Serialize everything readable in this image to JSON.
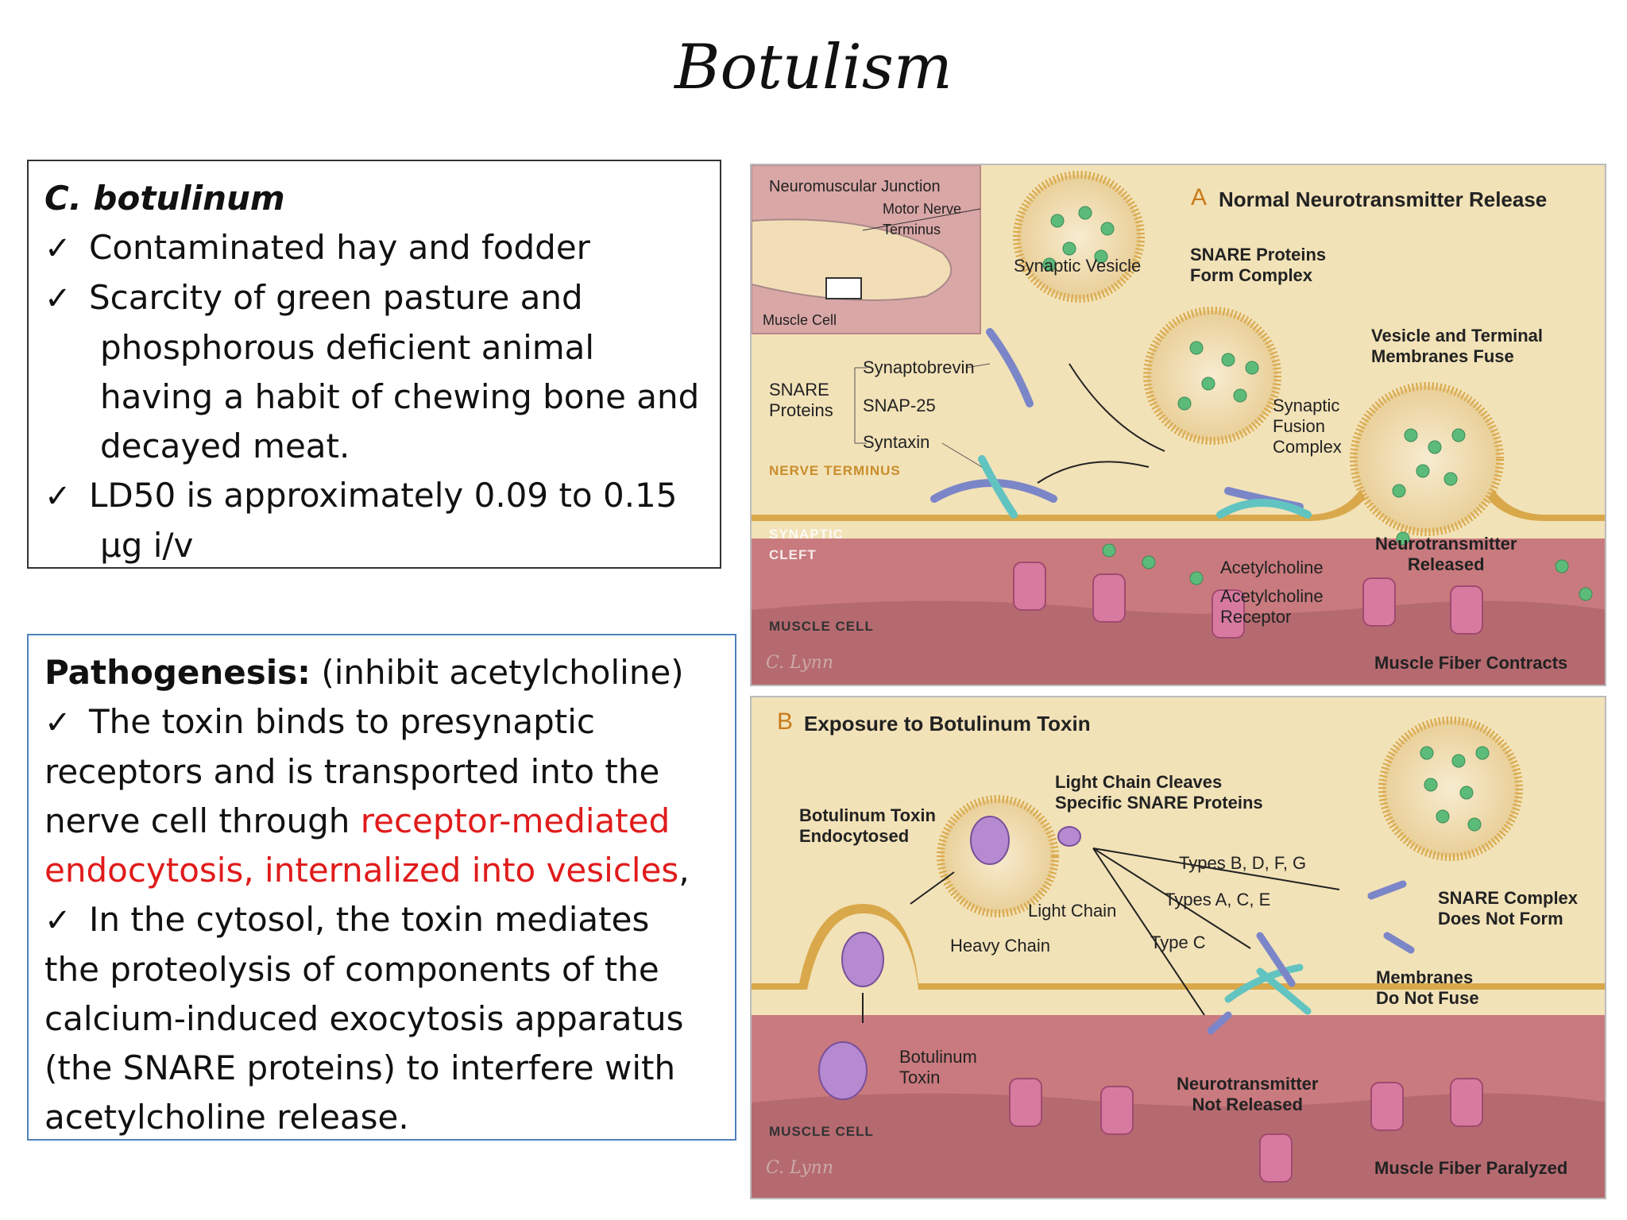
{
  "title": "Botulism",
  "box1": {
    "heading": "C. botulinum",
    "check_glyph": "✓",
    "items": [
      {
        "first": "Contaminated hay and fodder",
        "rest": []
      },
      {
        "first": "Scarcity of green pasture and",
        "rest": [
          "phosphorous deficient animal",
          "having a habit of chewing bone and",
          "decayed meat."
        ]
      },
      {
        "first": "LD50 is approximately 0.09 to 0.15",
        "rest": [
          "μg i/v"
        ]
      }
    ]
  },
  "box2": {
    "heading": "Pathogenesis:",
    "heading_note": " (inhibit acetylcholine)",
    "item1": {
      "line1": "The toxin binds to presynaptic",
      "line2": "receptors and is transported into the",
      "line3_plain": "nerve cell through ",
      "line3_red": "receptor-mediated",
      "line4_red": "endocytosis, internalized into vesicles",
      "line4_plain": ","
    },
    "item2": {
      "lines": [
        "In the cytosol, the toxin mediates",
        "the proteolysis of components of the",
        "calcium-induced exocytosis apparatus",
        "(the SNARE proteins) to interfere with",
        "acetylcholine release."
      ]
    }
  },
  "figure_a": {
    "letter": "A",
    "title": "Normal Neurotransmitter Release",
    "inset_title": "Neuromuscular Junction",
    "motor_nerve": "Motor Nerve\nTerminus",
    "muscle_cell_inset": "Muscle Cell",
    "synaptic_vesicle": "Synaptic Vesicle",
    "snare_form": "SNARE Proteins\nForm Complex",
    "vesicle_fuse": "Vesicle and Terminal\nMembranes Fuse",
    "snare_proteins": "SNARE\nProteins",
    "synaptobrevin": "Synaptobrevin",
    "snap25": "SNAP-25",
    "syntaxin": "Syntaxin",
    "nerve_terminus": "NERVE TERMINUS",
    "fusion_complex": "Synaptic\nFusion\nComplex",
    "synaptic_cleft": "SYNAPTIC\nCLEFT",
    "nt_released": "Neurotransmitter\nReleased",
    "acetylcholine": "Acetylcholine",
    "ach_receptor": "Acetylcholine\nReceptor",
    "muscle_cell": "MUSCLE CELL",
    "contracts": "Muscle Fiber Contracts",
    "signature": "C. Lynn"
  },
  "figure_b": {
    "letter": "B",
    "title": "Exposure to Botulinum Toxin",
    "endocytosed": "Botulinum Toxin\nEndocytosed",
    "light_chain_cleaves": "Light Chain Cleaves\nSpecific SNARE Proteins",
    "types_bdfg": "Types B, D, F, G",
    "types_ace": "Types A, C, E",
    "type_c": "Type C",
    "light_chain": "Light Chain",
    "heavy_chain": "Heavy Chain",
    "snare_not_form": "SNARE Complex\nDoes Not Form",
    "membranes_not_fuse": "Membranes\nDo Not Fuse",
    "botulinum_toxin": "Botulinum\nToxin",
    "nt_not_released": "Neurotransmitter\nNot Released",
    "muscle_cell": "MUSCLE CELL",
    "paralyzed": "Muscle Fiber Paralyzed",
    "signature": "C. Lynn"
  },
  "colors": {
    "red_text": "#e01b1b",
    "box2_border": "#4f81bd",
    "membrane": "#d9a84a",
    "muscle": "#c97a7e",
    "vesicle_dot": "#5dbb7a"
  }
}
